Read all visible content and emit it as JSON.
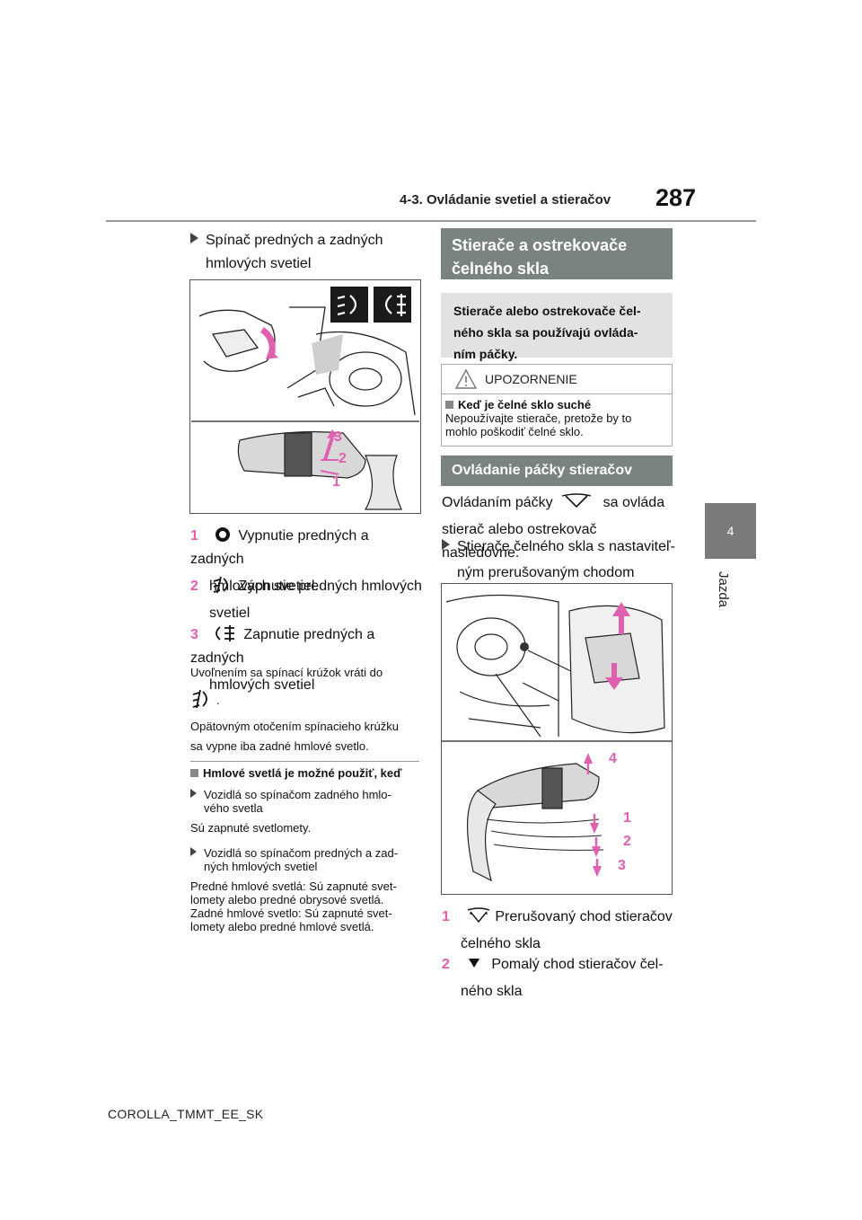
{
  "header": {
    "section_title": "4-3. Ovládanie svetiel a stieračov",
    "page_number": "287"
  },
  "side_tab": {
    "number": "4",
    "label": "Jazda"
  },
  "left": {
    "bullet_title_line1": "Spínač predných a zadných",
    "bullet_title_line2": "hmlových svetiel",
    "figure_callouts": [
      "3",
      "2",
      "1"
    ],
    "items": [
      {
        "num": "1",
        "icon": "off-ring-icon",
        "line1": "Vypnutie predných a zadných",
        "line2": "hmlových svetiel."
      },
      {
        "num": "2",
        "icon": "front-fog-light-icon",
        "line1": "Zapnutie predných hmlových",
        "line2": "svetiel"
      },
      {
        "num": "3",
        "icon": "rear-fog-light-icon",
        "line1": "Zapnutie predných a zadných",
        "line2": "hmlových svetiel"
      }
    ],
    "note1": "Uvoľnením sa spínací krúžok vráti do",
    "note1_tail": ".",
    "note2_line1": "Opätovným otočením spínacieho krúžku",
    "note2_line2": "sa vypne iba zadné hmlové svetlo.",
    "subhead": "Hmlové svetlá je možné použiť, keď",
    "sub_bullet1_line1": "Vozidlá so spínačom zadného hmlo-",
    "sub_bullet1_line2": "vého svetla",
    "sub_text1": "Sú zapnuté svetlomety.",
    "sub_bullet2_line1": "Vozidlá so spínačom predných a zad-",
    "sub_bullet2_line2": "ných hmlových svetiel",
    "para_lines": [
      "Predné hmlové svetlá: Sú zapnuté svet-",
      "lomety alebo predné obrysové svetlá.",
      "Zadné hmlové svetlo: Sú zapnuté svet-",
      "lomety alebo predné hmlové svetlá."
    ]
  },
  "right": {
    "section_title_line1": "Stierače a ostrekovače",
    "section_title_line2": "čelného skla",
    "intro_lines": [
      "Stierače alebo ostrekovače čel-",
      "ného skla sa používajú ovláda-",
      "ním páčky."
    ],
    "warning_title": "UPOZORNENIE",
    "warning_subhead": "Keď je čelné sklo suché",
    "warning_lines": [
      "Nepoužívajte stierače, pretože by to",
      "mohlo poškodiť čelné sklo."
    ],
    "subsection_title": "Ovládanie páčky stieračov",
    "body_line1_a": "Ovládaním páčky",
    "body_line1_b": "sa ovláda",
    "body_line2": "stierač alebo ostrekovač nasledovne.",
    "bullet_line1": "Stierače čelného skla s nastaviteľ-",
    "bullet_line2": "ným prerušovaným chodom",
    "figure_callouts": [
      "4",
      "1",
      "2",
      "3"
    ],
    "items": [
      {
        "num": "1",
        "icon": "wiper-intermittent-icon",
        "line1": "Prerušovaný chod stieračov",
        "line2": "čelného skla"
      },
      {
        "num": "2",
        "icon": "down-triangle-icon",
        "line1": "Pomalý chod stieračov čel-",
        "line2": "ného skla"
      }
    ]
  },
  "footer": {
    "code": "COROLLA_TMMT_EE_SK"
  },
  "colors": {
    "callout": "#e060b0",
    "section_bar": "#7b8381",
    "sub_bar": "#e2e2e2",
    "tab": "#7a7a7a"
  }
}
